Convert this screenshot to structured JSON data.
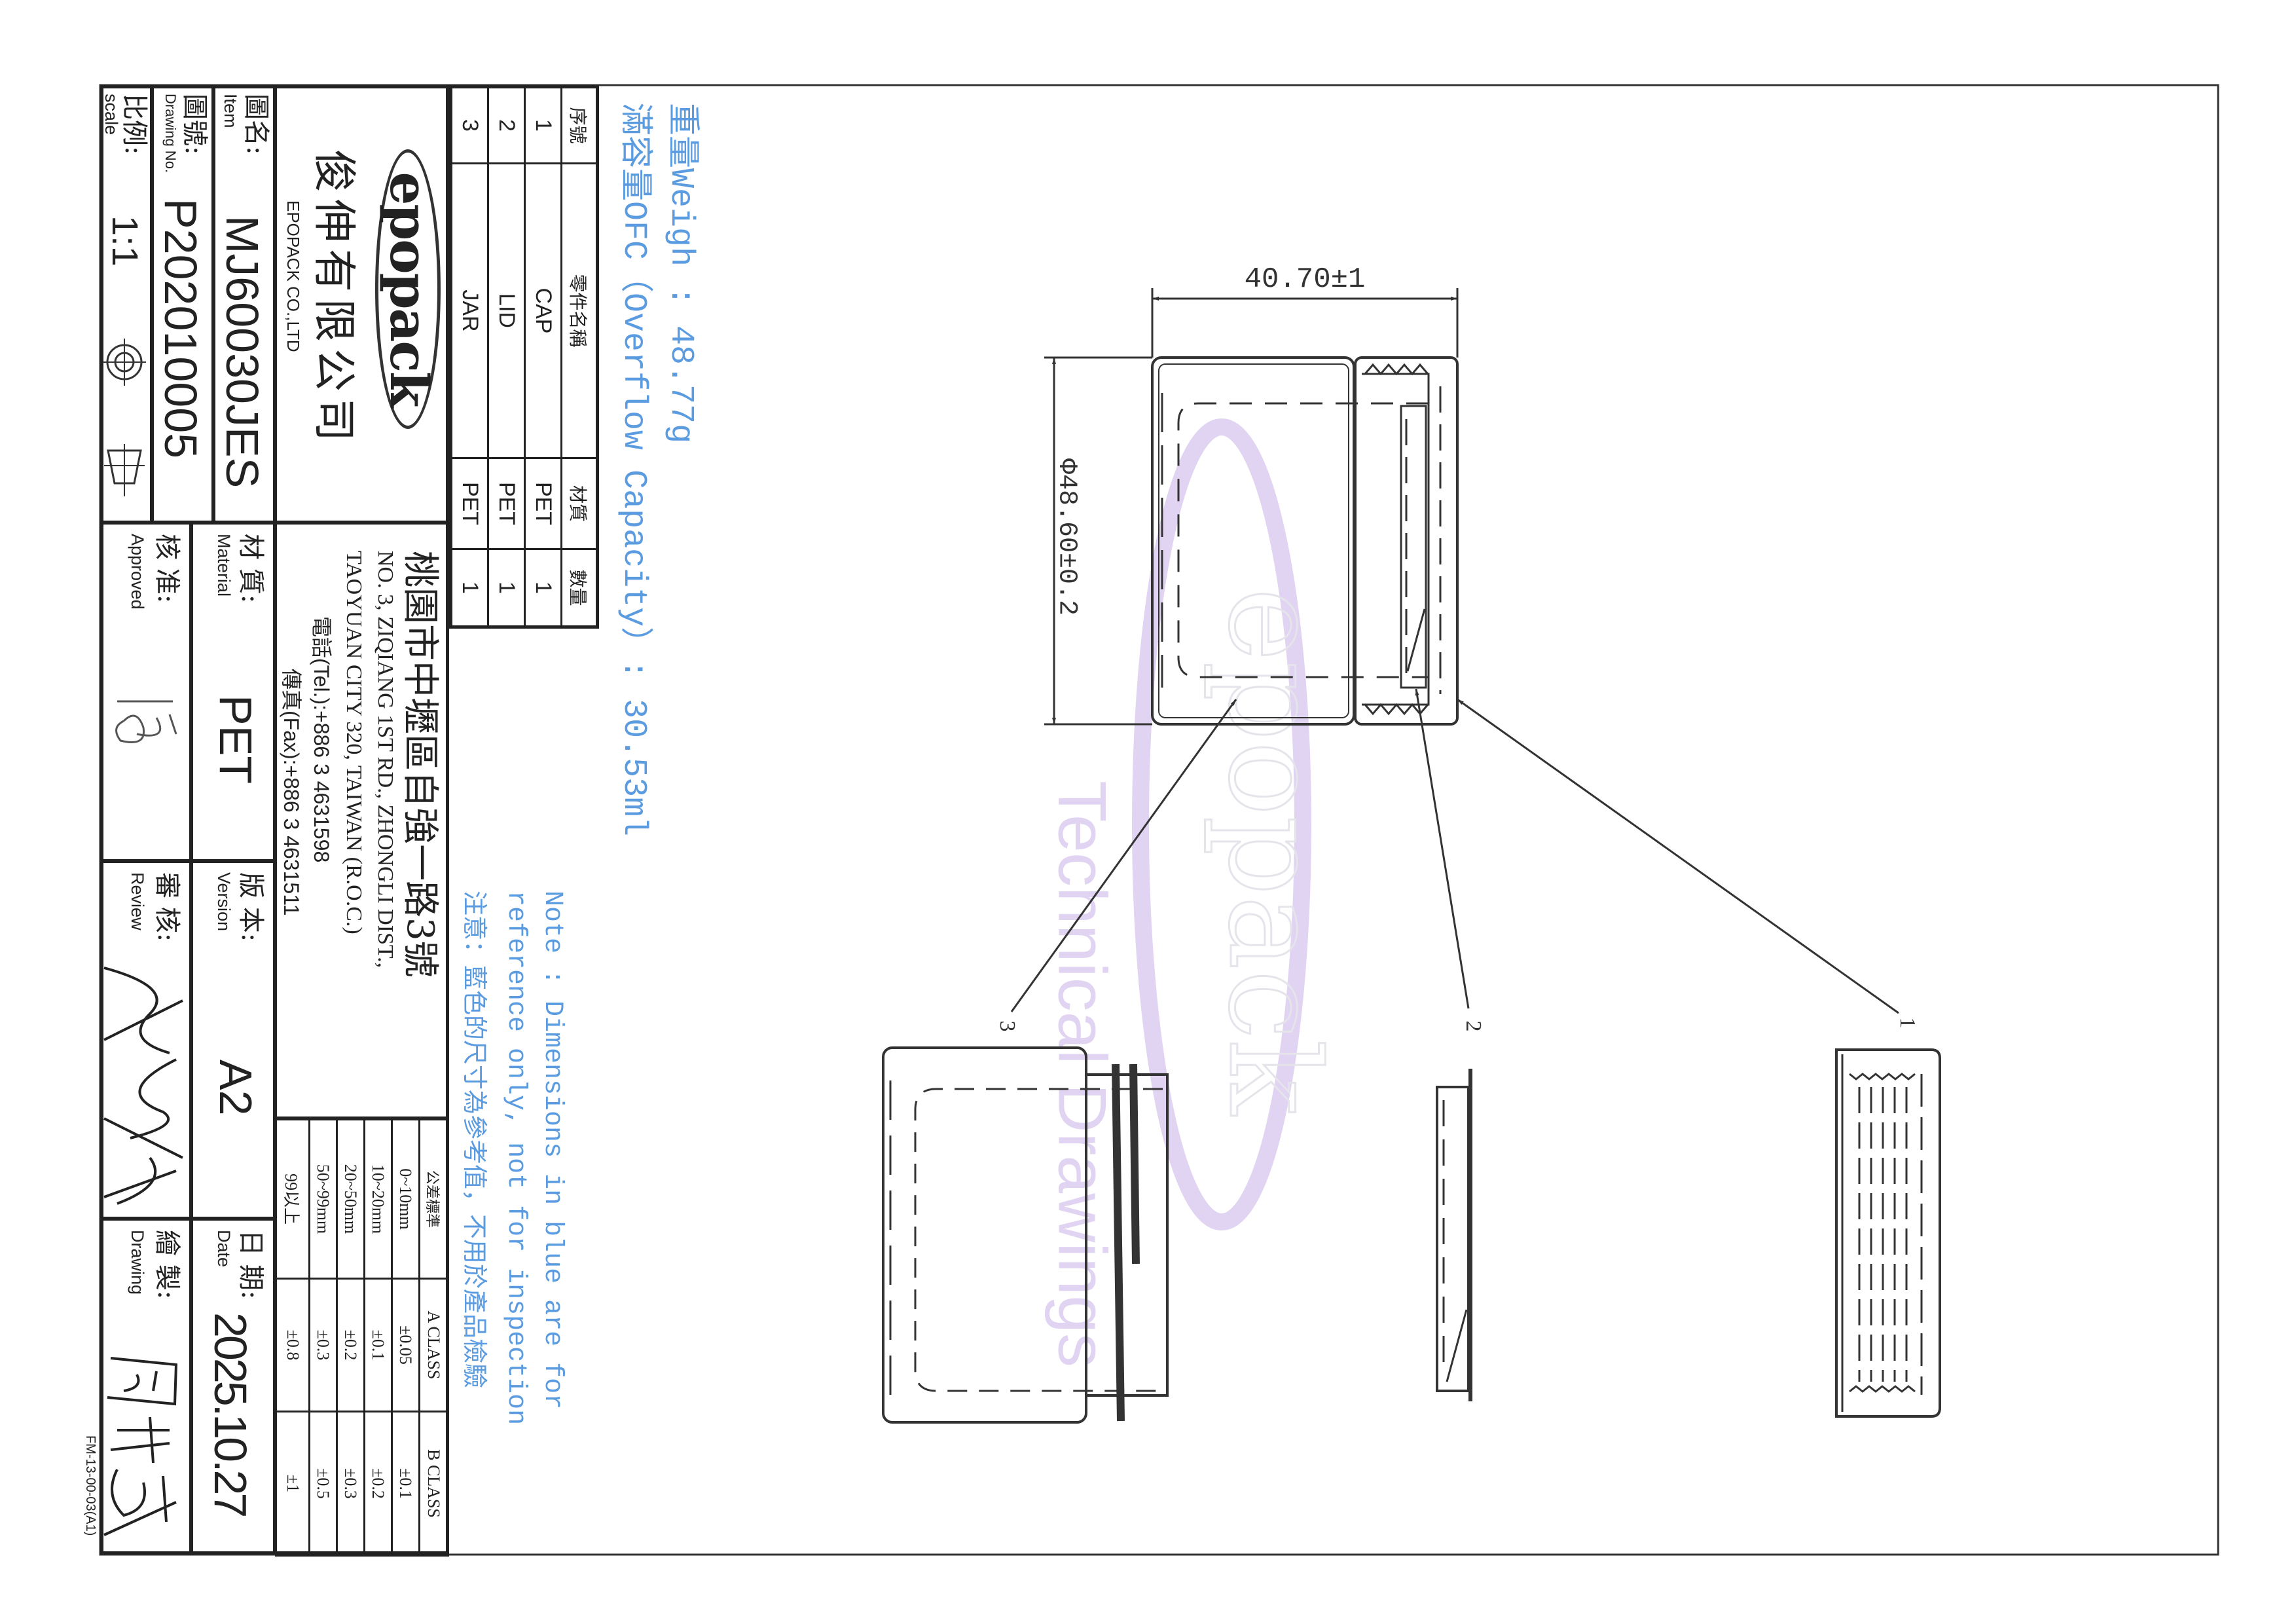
{
  "info": {
    "weight": "重量Weigh : 48.77g",
    "capacity": "滿容量OFC（Overflow Capacity）: 30.53ml"
  },
  "note": {
    "line1": "Note : Dimensions in blue are for",
    "line2": "reference only, not for inspection",
    "line3": "注意：藍色的尺寸為參考值，不用於產品檢驗"
  },
  "drawing": {
    "dim_length": "40.70±1",
    "dim_diameter": "Φ48.60±0.2",
    "balloons": [
      "1",
      "2",
      "3"
    ],
    "watermark_text": "Technical Drawings",
    "watermark_logo": "epopack"
  },
  "parts_table": {
    "headers": [
      "序號",
      "零件名稱",
      "材質",
      "數量"
    ],
    "rows": [
      [
        "1",
        "CAP",
        "PET",
        "1"
      ],
      [
        "2",
        "LID",
        "PET",
        "1"
      ],
      [
        "3",
        "JAR",
        "PET",
        "1"
      ]
    ]
  },
  "company": {
    "logo": "epopack",
    "name_zh": "俊伸有限公司",
    "name_en": "EPOPACK CO.,LTD",
    "address_zh": "桃園市中壢區自強一路3號",
    "address_en1": "NO. 3, ZIQIANG 1ST RD., ZHONGLI DIST.,",
    "address_en2": "TAOYUAN CITY 320, TAIWAN (R.O.C.)",
    "tel": "電話(Tel.):+886 3 4631598",
    "fax": "傳真(Fax):+886 3 4631511"
  },
  "title_block": {
    "item_label_zh": "圖名:",
    "item_label_en": "Item",
    "item_value": "MJ60030JES",
    "drawing_no_label_zh": "圖號:",
    "drawing_no_label_en": "Drawing No.",
    "drawing_no_value": "P202010005",
    "scale_label_zh": "比例:",
    "scale_label_en": "scale",
    "scale_value": "1:1",
    "material_label_zh": "材 質:",
    "material_label_en": "Material",
    "material_value": "PET",
    "version_label_zh": "版 本:",
    "version_label_en": "Version",
    "version_value": "A2",
    "date_label_zh": "日 期:",
    "date_label_en": "Date",
    "date_value": "2025.10.27",
    "approved_label_zh": "核 准:",
    "approved_label_en": "Approved",
    "review_label_zh": "審 核:",
    "review_label_en": "Review",
    "drawing_label_zh": "繪 製:",
    "drawing_label_en": "Drawing"
  },
  "tolerance": {
    "headers": [
      "公差標準",
      "A CLASS",
      "B CLASS"
    ],
    "rows": [
      [
        "0~10mm",
        "±0.05",
        "±0.1"
      ],
      [
        "10~20mm",
        "±0.1",
        "±0.2"
      ],
      [
        "20~50mm",
        "±0.2",
        "±0.3"
      ],
      [
        "50~99mm",
        "±0.3",
        "±0.5"
      ],
      [
        "99以上",
        "±0.8",
        "±1"
      ]
    ]
  },
  "form_code": "FM-13-00-03(A1)",
  "colors": {
    "line": "#333333",
    "note_blue": "#5b9be0",
    "watermark": "#e0d4f2"
  }
}
